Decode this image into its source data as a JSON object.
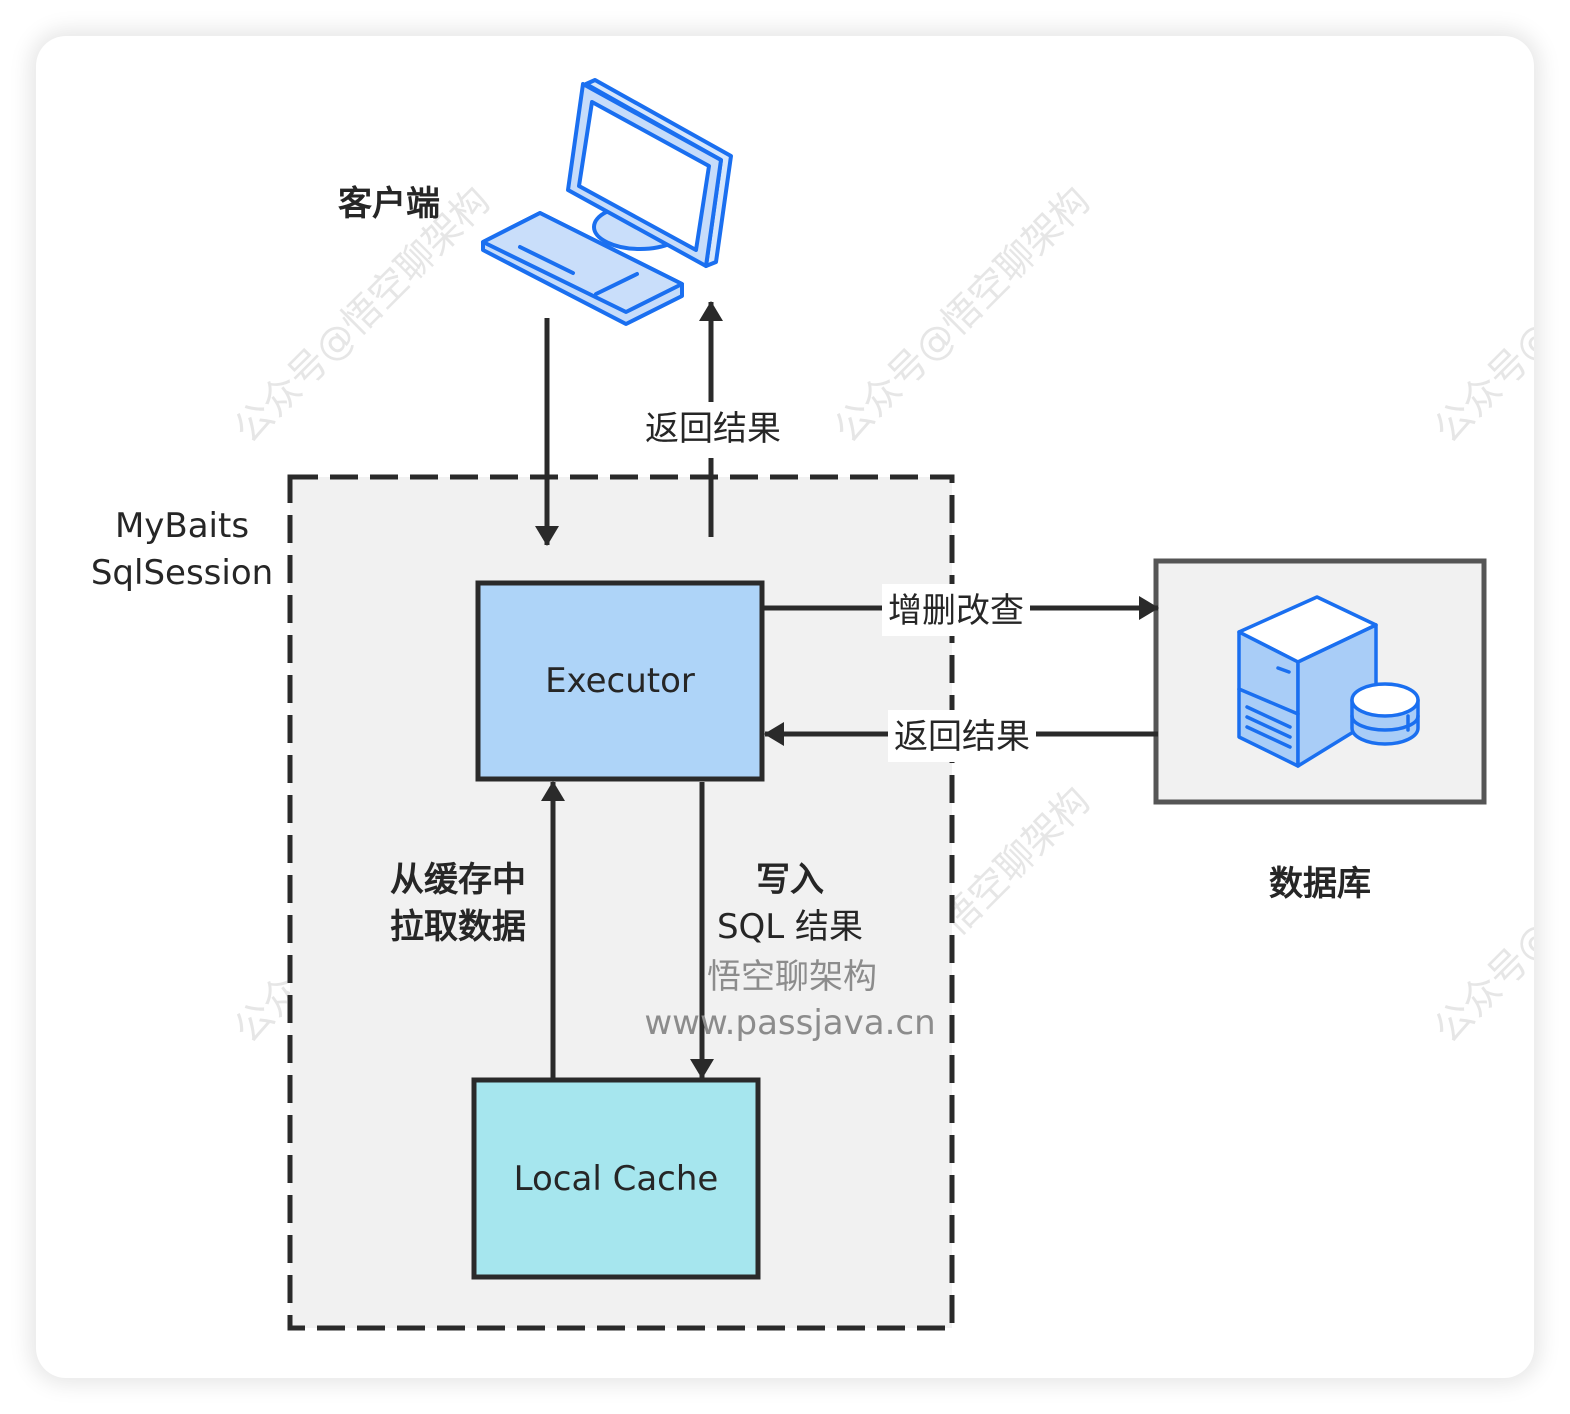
{
  "diagram": {
    "title": "MyBaits SqlSession Local Cache flow",
    "nodes": {
      "client": {
        "label": "客户端",
        "icon": "desktop-computer-icon"
      },
      "session": {
        "label_line1": "MyBaits",
        "label_line2": "SqlSession"
      },
      "executor": {
        "label": "Executor",
        "fill": "#aed4f8"
      },
      "local_cache": {
        "label": "Local Cache",
        "fill": "#a6e6ee"
      },
      "database": {
        "label": "数据库",
        "icon": "database-server-icon"
      }
    },
    "edges": {
      "client_to_executor": {
        "label": ""
      },
      "executor_to_client": {
        "label": "返回结果"
      },
      "executor_to_database": {
        "label": "增删改查"
      },
      "database_to_executor": {
        "label": "返回结果"
      },
      "cache_to_executor": {
        "label_line1": "从缓存中",
        "label_line2": "拉取数据"
      },
      "executor_to_cache": {
        "label_line1": "写入",
        "label_line2": "SQL 结果"
      }
    },
    "brand": {
      "name": "悟空聊架构",
      "url": "www.passjava.cn"
    },
    "watermark": "公众号@悟空聊架构",
    "colors": {
      "icon_blue": "#1a6ff0",
      "icon_fill": "#a9cdf7",
      "session_fill": "#f1f1f1",
      "stroke": "#2a2a2a"
    }
  }
}
